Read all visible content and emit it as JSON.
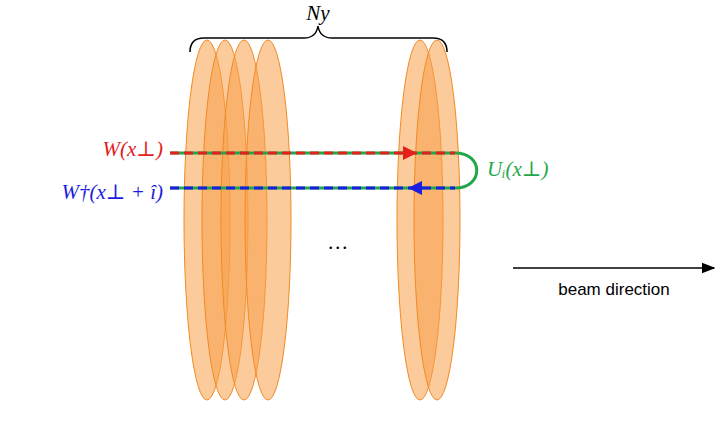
{
  "diagram": {
    "labels": [
      "Ny",
      "W(x⊥)",
      "W†(x⊥ + î)",
      "Uᵢ(x⊥)",
      "…",
      "beam direction"
    ]
  }
}
